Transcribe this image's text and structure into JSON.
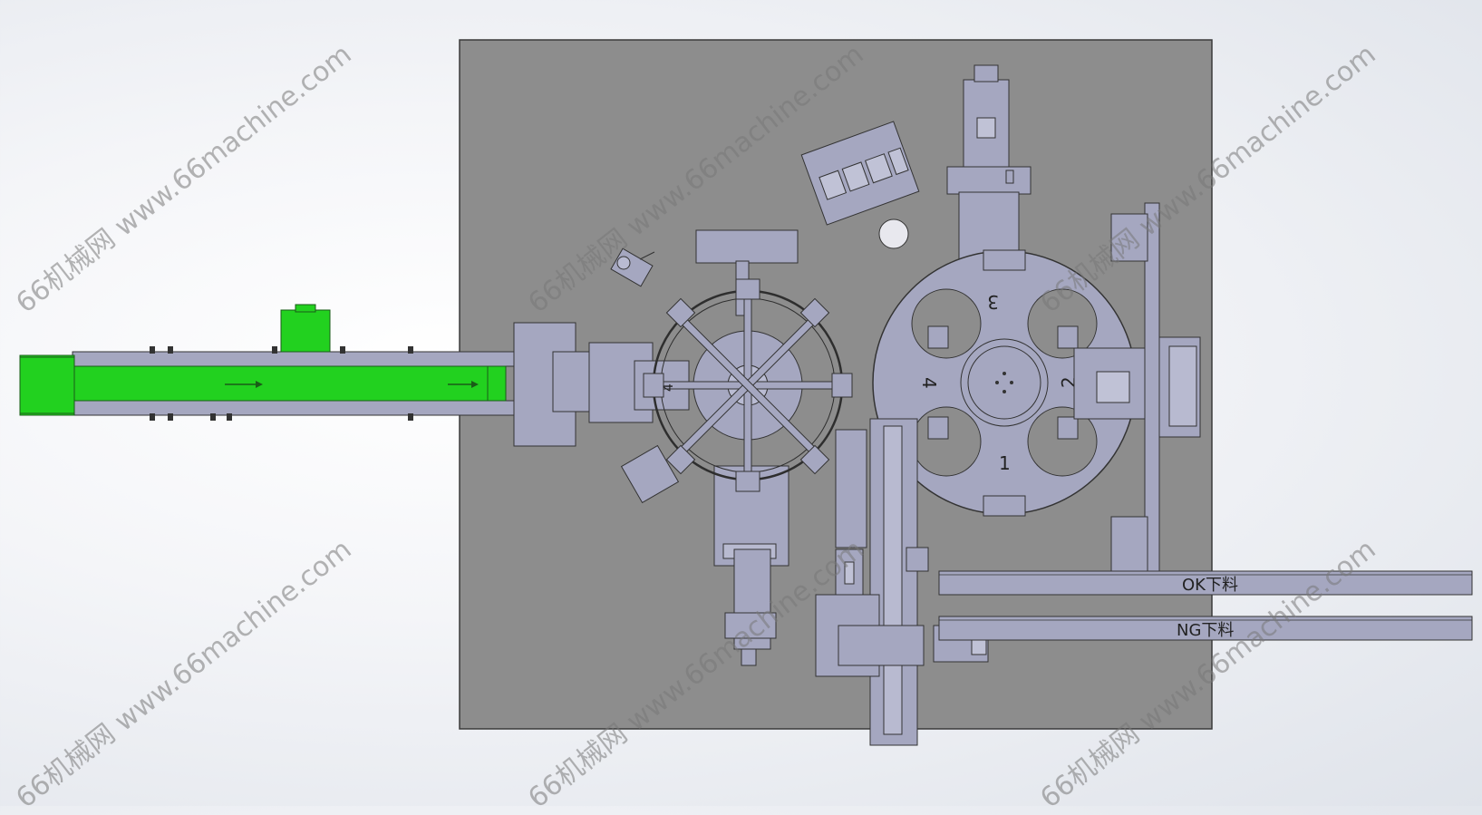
{
  "labels": {
    "station_1": "1",
    "station_2": "2",
    "station_3": "3",
    "station_4": "4",
    "ok_chute": "OK下料",
    "ng_chute": "NG下料"
  },
  "watermark": {
    "text": "66机械网 www.66machine.com"
  },
  "colors": {
    "base_plate": "#8d8d8d",
    "machine_part": "#a5a7c0",
    "outline": "#3a3a3a",
    "conveyor_green": "#22d11f",
    "background": "#f3f4f7"
  },
  "icons": [
    "arrow-right-icon",
    "arrow-right-icon"
  ]
}
